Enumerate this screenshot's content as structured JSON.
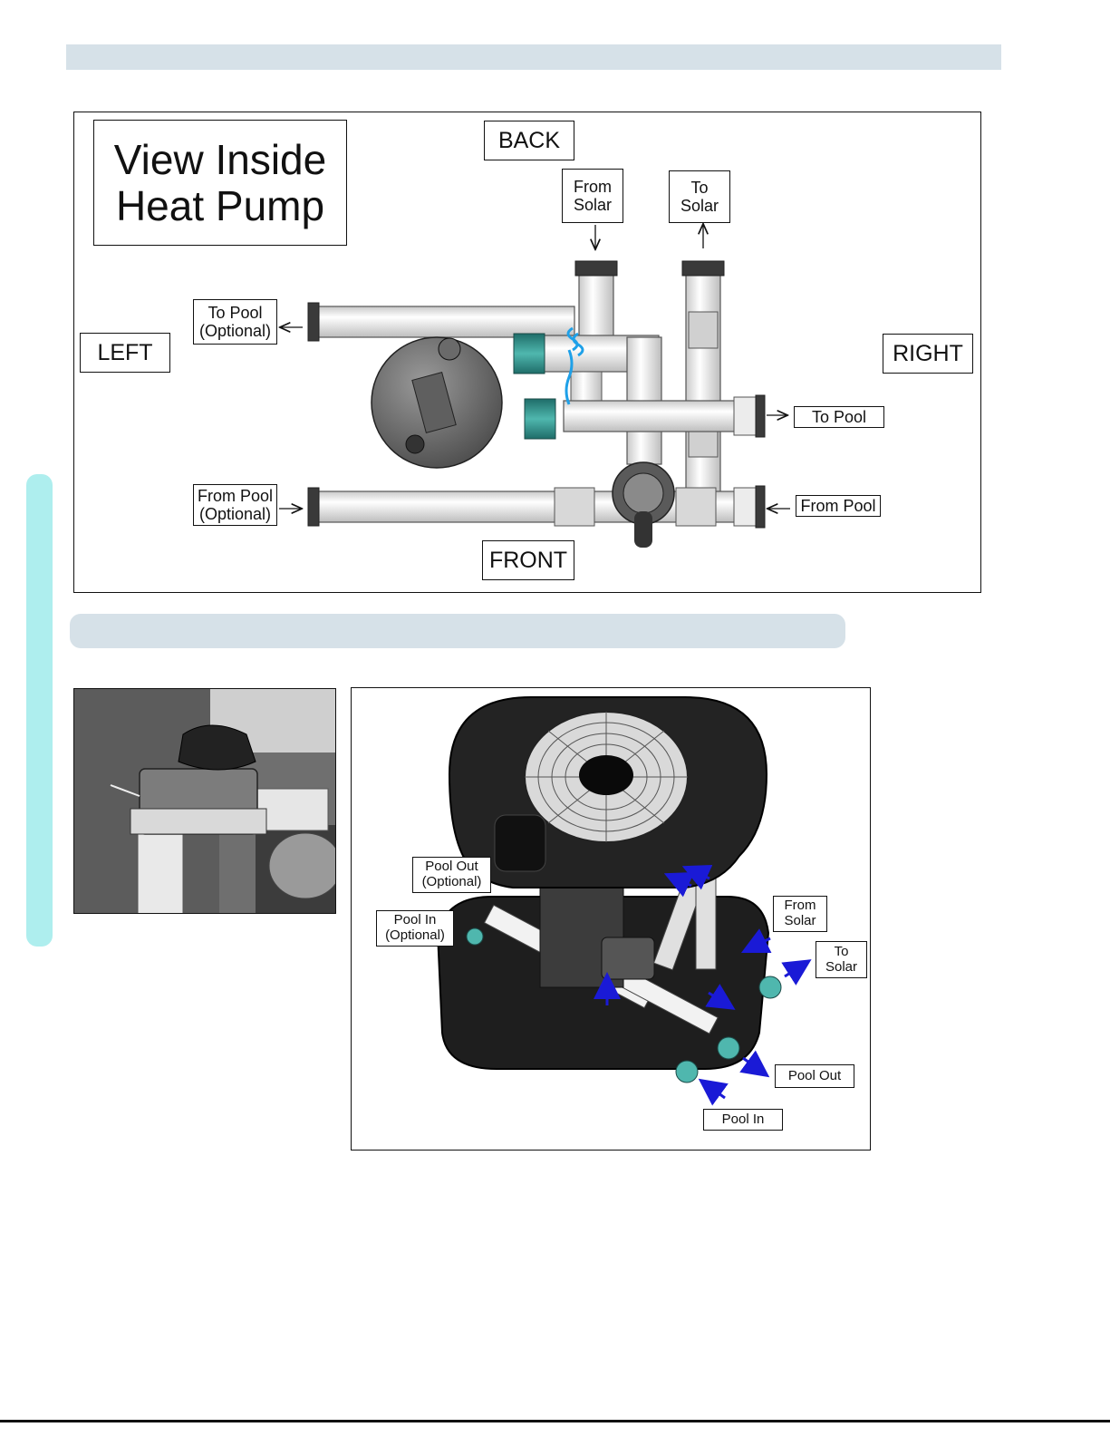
{
  "top_diagram": {
    "title": "View Inside\nHeat Pump",
    "directions": {
      "back": "BACK",
      "front": "FRONT",
      "left": "LEFT",
      "right": "RIGHT"
    },
    "labels": {
      "from_solar": "From\nSolar",
      "to_solar": "To\nSolar",
      "to_pool_optional": "To Pool\n(Optional)",
      "from_pool_optional": "From Pool\n(Optional)",
      "to_pool": "To Pool",
      "from_pool": "From Pool"
    }
  },
  "bottom_diagram": {
    "labels": {
      "pool_out_optional": "Pool Out\n(Optional)",
      "pool_in_optional": "Pool In\n(Optional)",
      "from_solar": "From\nSolar",
      "to_solar": "To\nSolar",
      "pool_out": "Pool Out",
      "pool_in": "Pool In"
    },
    "arrow_color": "#1a1ad6"
  },
  "colors": {
    "header_bar": "#d6e1e8",
    "side_tab": "#aeeeee",
    "pipe_fitting": "#2e8f8a"
  }
}
